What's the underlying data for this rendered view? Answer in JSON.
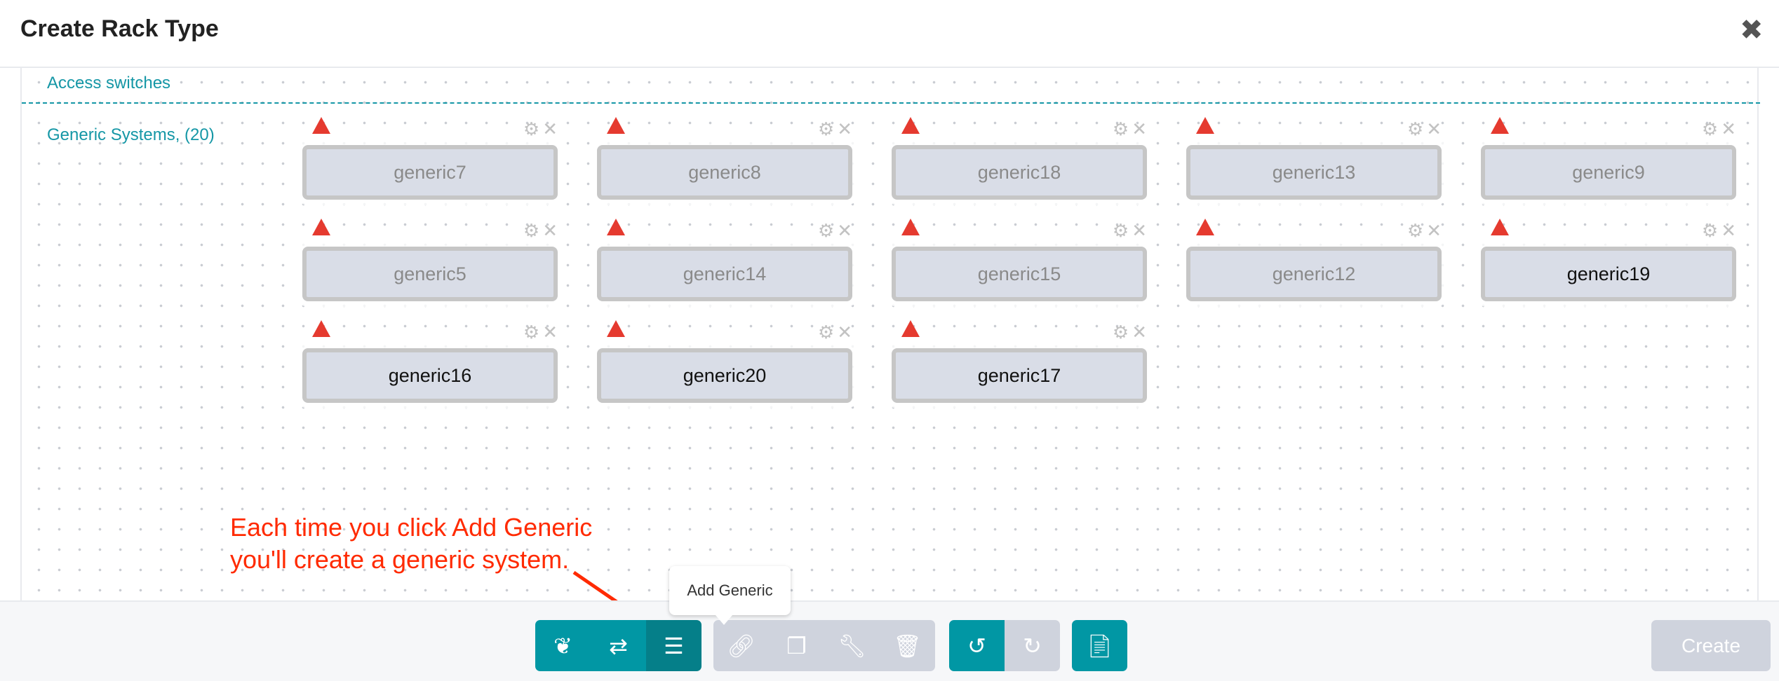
{
  "header": {
    "title": "Create Rack Type",
    "close_icon": "close-icon"
  },
  "canvas": {
    "access_label": "Access switches",
    "generic_label": "Generic Systems, (20)",
    "nodes": [
      {
        "label": "generic7",
        "faded": true
      },
      {
        "label": "generic8",
        "faded": true
      },
      {
        "label": "generic18",
        "faded": true
      },
      {
        "label": "generic13",
        "faded": true
      },
      {
        "label": "generic9",
        "faded": true
      },
      {
        "label": "generic5",
        "faded": true
      },
      {
        "label": "generic14",
        "faded": true
      },
      {
        "label": "generic15",
        "faded": true
      },
      {
        "label": "generic12",
        "faded": true
      },
      {
        "label": "generic19",
        "faded": false
      },
      {
        "label": "generic16",
        "faded": false
      },
      {
        "label": "generic20",
        "faded": false
      },
      {
        "label": "generic17",
        "faded": false
      }
    ]
  },
  "annotation": {
    "line1": "Each time you click Add Generic",
    "line2": "you'll create a generic system.",
    "color": "#ff2a00"
  },
  "tooltip": "Add Generic",
  "toolbar": {
    "groups": [
      [
        "leaf-icon",
        "swap-icon",
        "server-icon"
      ],
      [
        "link-icon",
        "copy-icon",
        "wrench-icon",
        "trash-icon"
      ],
      [
        "undo-icon",
        "redo-icon"
      ],
      [
        "document-icon"
      ]
    ],
    "create_label": "Create"
  },
  "colors": {
    "accent": "#0197a4",
    "active": "#057f89",
    "disabled": "#cfd3dd",
    "warning": "#e53a2f"
  }
}
